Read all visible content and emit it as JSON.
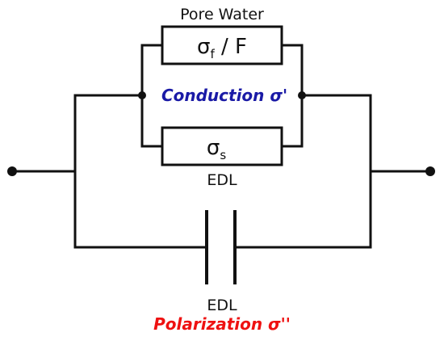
{
  "diagram": {
    "top_label": "Pore Water",
    "top_resistor": {
      "symbol": "σ",
      "subscript": "f",
      "suffix": " / F"
    },
    "bottom_resistor": {
      "symbol": "σ",
      "subscript": "s"
    },
    "mid_label": "EDL",
    "conduction_label": "Conduction σ'",
    "capacitor_label": "EDL",
    "polarization_label": "Polarization σ''",
    "colors": {
      "conduction": "#1a1aa6",
      "polarization": "#ee1111",
      "line": "#111111"
    }
  }
}
